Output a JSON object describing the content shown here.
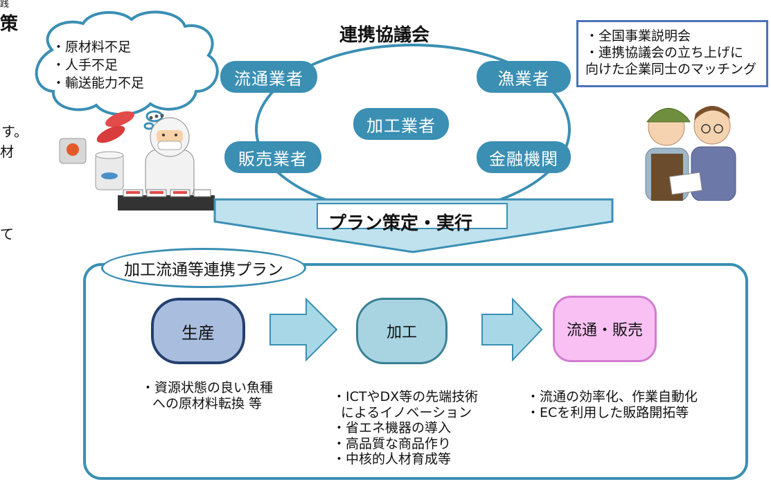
{
  "edge_fragments": {
    "top_small": "践",
    "top_bold": "策",
    "mid1": "す。",
    "mid2": "材",
    "lower": "て"
  },
  "cloud": {
    "lines": [
      "・原材料不足",
      "・人手不足",
      "・輸送能力不足"
    ]
  },
  "council": {
    "title": "連携協議会",
    "members": {
      "distributor": "流通業者",
      "fisher": "漁業者",
      "processor": "加工業者",
      "retailer": "販売業者",
      "finance": "金融機関"
    }
  },
  "info_box": {
    "line1": "・全国事業説明会",
    "line2": "・連携協議会の立ち上げに",
    "line3": "向けた企業同士のマッチング"
  },
  "arrow_label": "プラン策定・実行",
  "plan": {
    "title": "加工流通等連携プラン",
    "stages": {
      "production": {
        "label": "生産",
        "notes": [
          "・資源状態の良い魚種",
          "への原材料転換 等"
        ]
      },
      "processing": {
        "label": "加工",
        "notes": [
          "・ICTやDX等の先端技術",
          "によるイノベーション",
          "・省エネ機器の導入",
          "・高品質な商品作り",
          "・中核的人材育成等"
        ]
      },
      "distribution": {
        "label": "流通・販売",
        "notes": [
          "・流通の効率化、作業自動化",
          "・ECを利用した販路開拓等"
        ]
      }
    }
  },
  "colors": {
    "accent": "#3a8fb3",
    "info_border": "#4a72b8",
    "production_fill": "#a9bedf",
    "processing_fill": "#a8d4e2",
    "distribution_fill": "#f8c0f3",
    "arrow_fill": "#a8d8e8"
  }
}
